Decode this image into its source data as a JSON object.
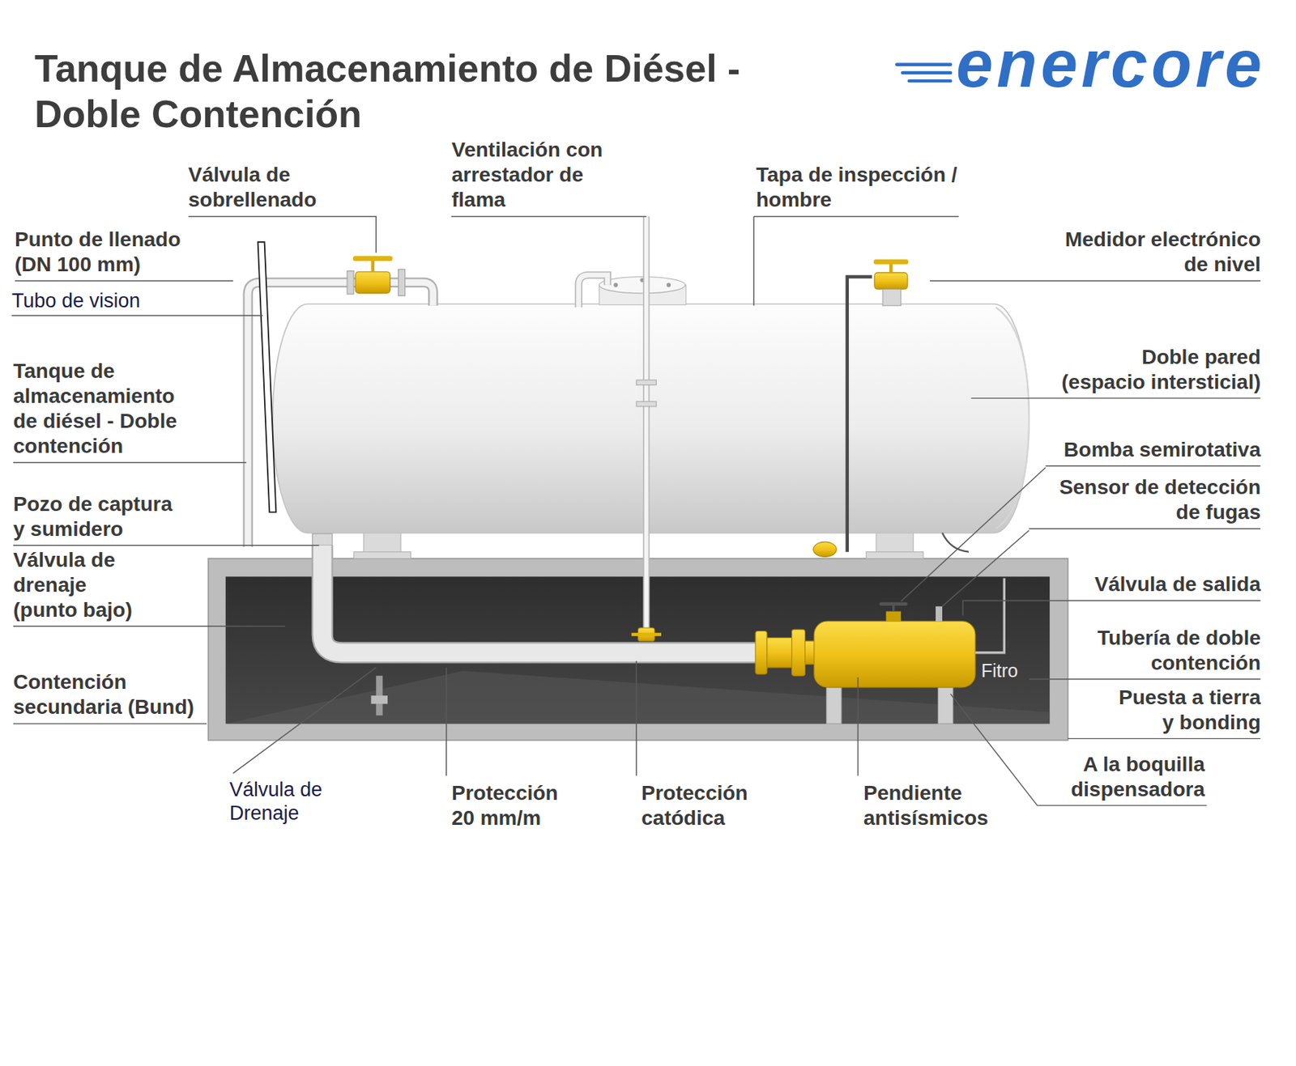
{
  "diagram": {
    "title": "Tanque de Almacenamiento de Diésel - Doble Contención",
    "labels": [
      "enercore",
      "Válvula de sobrellenado",
      "Ventilación con arrestador de flama",
      "Tapa de inspección / hombre",
      "Punto de llenado (DN 100 mm)",
      "Medidor electrónico de nivel",
      "Tubo de vision",
      "Tanque de almacenamiento de diésel - Doble contención",
      "Doble pared (espacio intersticial)",
      "Bomba semirotativa",
      "Sensor de detección de fugas",
      "Pozo de captura y sumidero",
      "Válvula de drenaje (punto bajo)",
      "Válvula de salida",
      "Tubería de doble contención",
      "Contención secundaria (Bund)",
      "Puesta a tierra y bonding",
      "Fitro",
      "A la boquilla dispensadora",
      "Válvula de Drenaje",
      "Protección 20 mm/m",
      "Protección catódica",
      "Pendiente antisísmicos"
    ]
  }
}
